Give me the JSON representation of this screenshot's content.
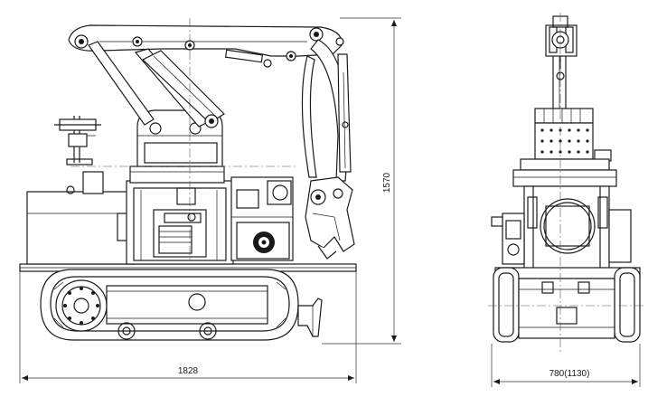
{
  "dimensions": {
    "length": "1828",
    "height": "1570",
    "width": "780(1130)"
  },
  "views": [
    "side-elevation",
    "front-elevation"
  ],
  "colors": {
    "line": "#1a1a1a",
    "background": "#ffffff"
  }
}
